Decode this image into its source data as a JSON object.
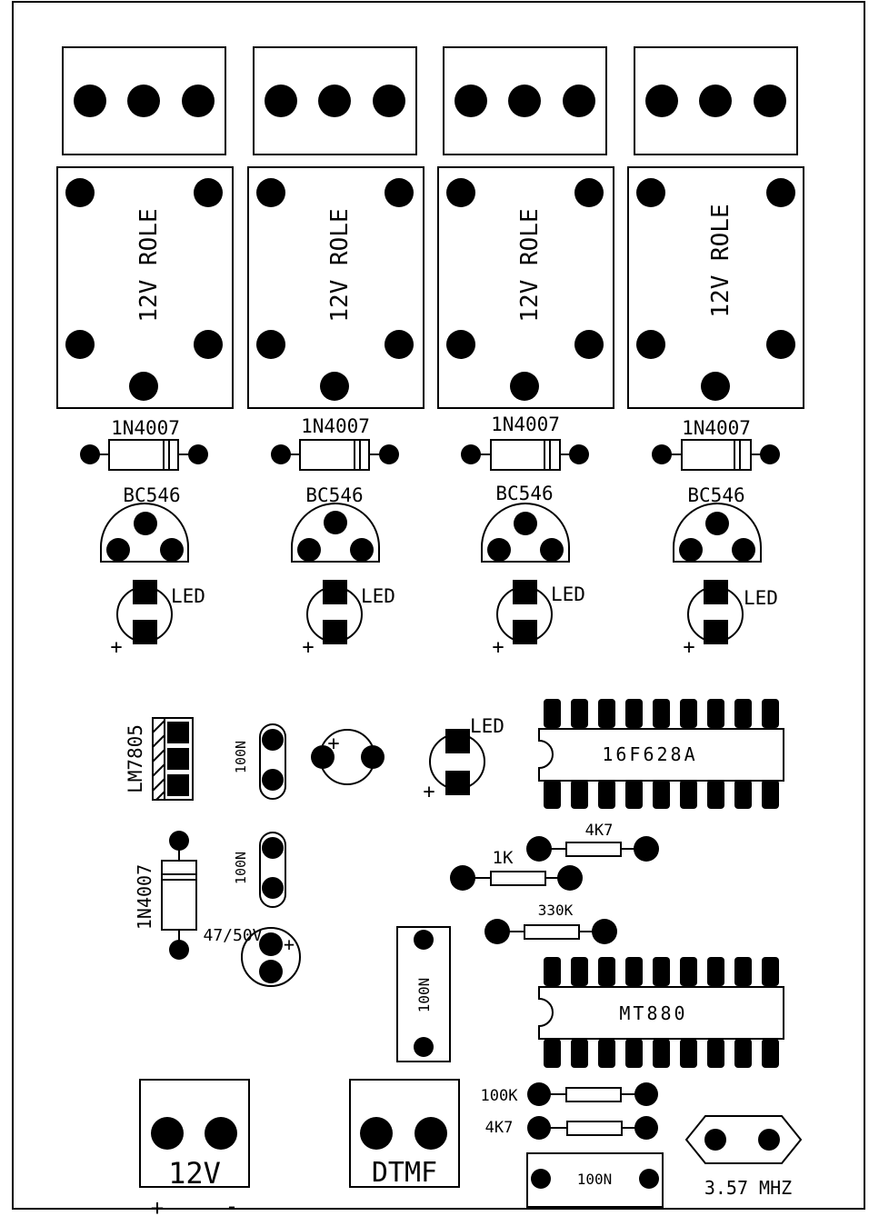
{
  "relay_channels": [
    {
      "relay_label": "12V ROLE",
      "diode_label": "1N4007",
      "transistor_label": "BC546",
      "led_label": "LED",
      "led_polarity": "+"
    },
    {
      "relay_label": "12V ROLE",
      "diode_label": "1N4007",
      "transistor_label": "BC546",
      "led_label": "LED",
      "led_polarity": "+"
    },
    {
      "relay_label": "12V ROLE",
      "diode_label": "1N4007",
      "transistor_label": "BC546",
      "led_label": "LED",
      "led_polarity": "+"
    },
    {
      "relay_label": "12V ROLE",
      "diode_label": "1N4007",
      "transistor_label": "BC546",
      "led_label": "LED",
      "led_polarity": "+"
    }
  ],
  "power": {
    "regulator_label": "LM7805",
    "cap1_label": "100N",
    "cap2_label": "100N",
    "elec_cap_polarity": "+",
    "diode_label": "1N4007",
    "elec_cap2_label": "47/50V",
    "elec_cap2_polarity": "+",
    "status_led_label": "LED",
    "status_led_polarity": "+"
  },
  "logic": {
    "mcu_label": "16F628A",
    "r1_label": "4K7",
    "r2_label": "1K",
    "r3_label": "330K",
    "decoder_label": "MT880",
    "cap_label": "100N",
    "r4_label": "100K",
    "r5_label": "4K7",
    "cap_bottom_label": "100N",
    "crystal_label": "3.57 MHZ"
  },
  "connectors": {
    "power_label": "12V",
    "power_plus": "+",
    "power_minus": "-",
    "dtmf_label": "DTMF"
  }
}
